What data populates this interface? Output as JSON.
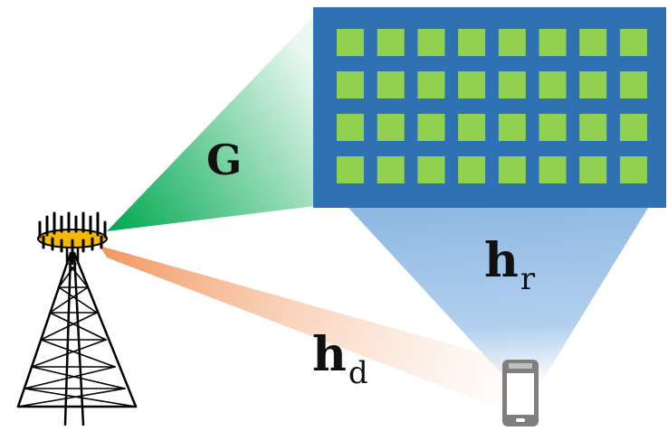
{
  "labels": {
    "bs_to_ris_channel": "G",
    "ris_to_user_channel": {
      "main": "h",
      "sub": "r"
    },
    "direct_channel": {
      "main": "h",
      "sub": "d"
    }
  },
  "ris": {
    "rows": 4,
    "cols": 8
  },
  "colors": {
    "ris_panel": "#2f72b4",
    "ris_element": "#92d050",
    "beam_G": "#00a850",
    "beam_hr": "#9dc3e6",
    "beam_hd": "#f4b183",
    "tower": "#000000",
    "antenna_ring": "#f5b800"
  }
}
